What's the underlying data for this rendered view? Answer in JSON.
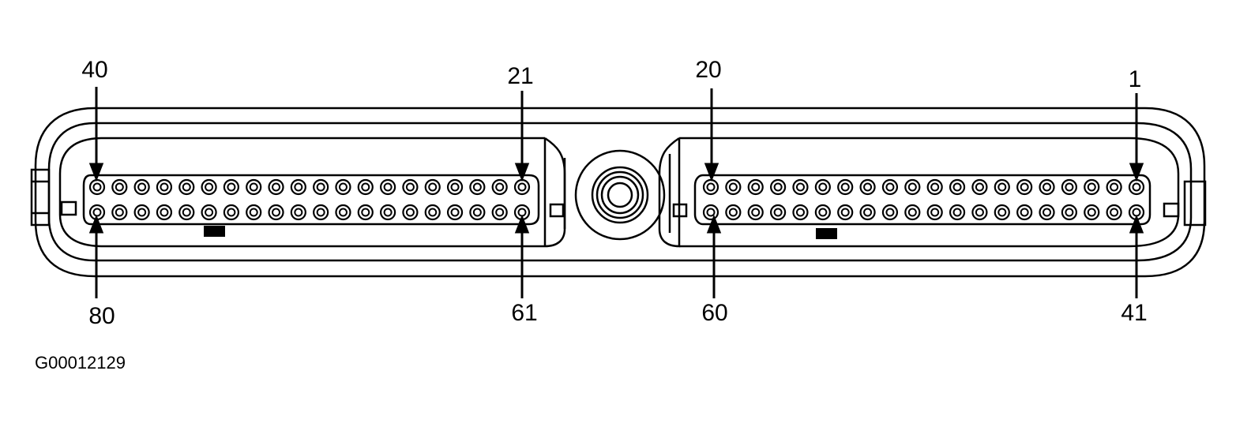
{
  "figure_id": "G00012129",
  "connector": {
    "left_block": {
      "top_row": {
        "first_pin": "40",
        "last_pin": "21",
        "pin_count": 20
      },
      "bottom_row": {
        "first_pin": "80",
        "last_pin": "61",
        "pin_count": 20
      }
    },
    "right_block": {
      "top_row": {
        "first_pin": "20",
        "last_pin": "1",
        "pin_count": 20
      },
      "bottom_row": {
        "first_pin": "60",
        "last_pin": "41",
        "pin_count": 20
      }
    }
  },
  "colors": {
    "line": "#000000",
    "background": "#ffffff"
  }
}
